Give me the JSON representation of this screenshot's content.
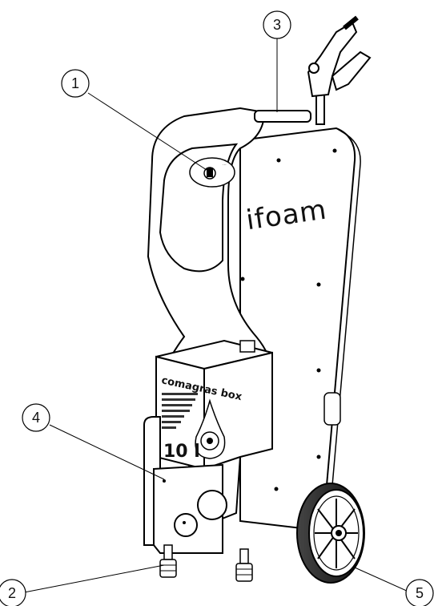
{
  "callouts": [
    {
      "id": 1,
      "label": "1"
    },
    {
      "id": 2,
      "label": "2"
    },
    {
      "id": 3,
      "label": "3"
    },
    {
      "id": 4,
      "label": "4"
    },
    {
      "id": 5,
      "label": "5"
    }
  ],
  "device": {
    "brand": "ifoam",
    "box_title": "comagras box",
    "box_volume": "10 l"
  }
}
